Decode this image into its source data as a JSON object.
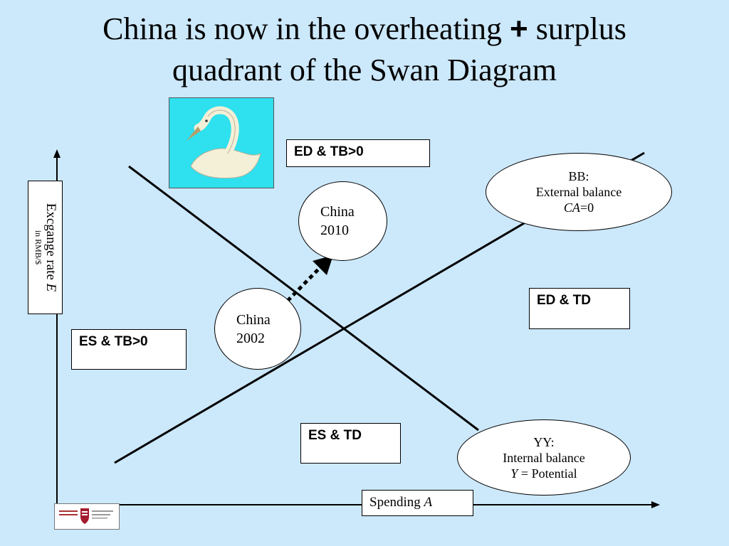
{
  "title": {
    "line1_before": "China is now in the overheating ",
    "plus": "+",
    "line1_after": " surplus",
    "line2": "quadrant of the Swan Diagram"
  },
  "axes": {
    "y_label": "Excgange rate ",
    "y_label_var": "E",
    "y_unit": "in RMB/$",
    "x_label": "Spending ",
    "x_label_var": "A"
  },
  "regions": {
    "top": "ED & TB>0",
    "right": "ED & TD",
    "left": "ES & TB>0",
    "bottom": "ES & TD"
  },
  "curves": {
    "bb": {
      "name": "BB:",
      "desc": "External balance",
      "eq_var": "CA",
      "eq_rest": "=0"
    },
    "yy": {
      "name": "YY:",
      "desc": "Internal balance",
      "eq_var": "Y",
      "eq_rest": " = Potential"
    }
  },
  "points": {
    "china2010": {
      "name": "China",
      "year": "2010"
    },
    "china2002": {
      "name": "China",
      "year": "2002"
    }
  },
  "colors": {
    "background": "#cce8fb",
    "swan_panel": "#2fe0ee",
    "lines": "#000000"
  }
}
